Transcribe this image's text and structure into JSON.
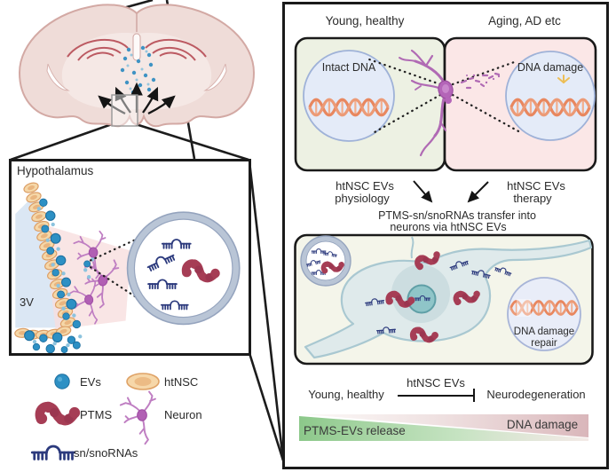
{
  "colors": {
    "ev_blue": "#2d90c4",
    "htnsc_tan": "#f5d7a8",
    "ptms_maroon": "#a63d55",
    "snorna_navy": "#2c3a7d",
    "neuron_purple": "#b465b8",
    "dna_orange": "#e8875f",
    "healthy_box_green": "#edf1e3",
    "disease_box_pink": "#fbe7e7",
    "bottom_box_cream": "#f4f5ea",
    "gradient_green": "#8cc88a",
    "gradient_pink": "#d9b6ba",
    "ventricle_blue": "#dbe7f4"
  },
  "hypothalamus_panel": {
    "title": "Hypothalamus",
    "ventricle_label": "3V"
  },
  "legend": {
    "items": [
      {
        "icon": "ev-icon",
        "label": "EVs"
      },
      {
        "icon": "htnsc-icon",
        "label": "htNSC"
      },
      {
        "icon": "ptms-icon",
        "label": "PTMS"
      },
      {
        "icon": "neuron-icon",
        "label": "Neuron"
      },
      {
        "icon": "snorna-icon",
        "label": "sn/snoRNAs"
      }
    ]
  },
  "right_panel": {
    "conditions": {
      "left": "Young, healthy",
      "right": "Aging, AD etc"
    },
    "dna_states": {
      "left": "Intact DNA",
      "right": "DNA damage"
    },
    "pathways": {
      "left_line1": "htNSC EVs",
      "left_line2": "physiology",
      "right_line1": "htNSC EVs",
      "right_line2": "therapy"
    },
    "transfer": {
      "line1": "PTMS-sn/snoRNAs transfer into",
      "line2": "neurons via htNSC EVs"
    },
    "repair_circle": {
      "line1": "DNA damage",
      "line2": "repair"
    },
    "summary": {
      "from": "Young, healthy",
      "inhibitor": "htNSC EVs",
      "to": "Neurodegeneration",
      "gradient_left": "PTMS-EVs release",
      "gradient_right": "DNA damage"
    }
  }
}
